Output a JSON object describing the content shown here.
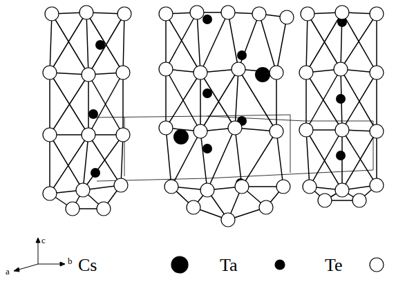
{
  "diagram": {
    "labels": [
      "a",
      "b",
      "c"
    ],
    "legend": [
      {
        "text": "Cs"
      },
      {
        "text": "Ta"
      },
      {
        "text": "Te"
      }
    ]
  }
}
